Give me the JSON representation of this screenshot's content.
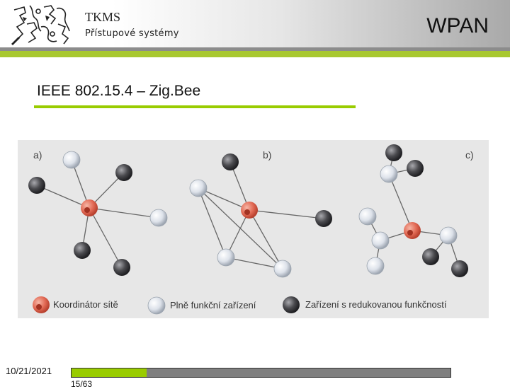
{
  "header": {
    "org": "TKMS",
    "dept": "Přístupové systémy",
    "topic": "WPAN"
  },
  "slide": {
    "title": "IEEE 802.15.4 – Zig.Bee"
  },
  "figure": {
    "panels": [
      "a)",
      "b)",
      "c)"
    ],
    "legend": {
      "coordinator": "Koordinátor sítě",
      "full_function": "Plně funkční zařízení",
      "reduced_function": "Zařízení s redukovanou funkčností"
    }
  },
  "colors": {
    "accent_green": "#99cc00",
    "coordinator": "#e26a55",
    "full_function": "#dde2ea",
    "reduced_function": "#4a4a4e"
  },
  "footer": {
    "date": "10/21/2021",
    "page": "15/63",
    "progress_fraction": 0.198
  }
}
